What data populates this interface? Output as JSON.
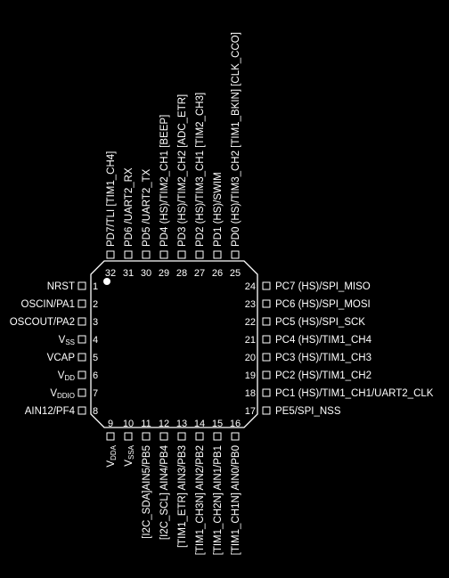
{
  "package": {
    "left": [
      {
        "num": "1",
        "label": "NRST"
      },
      {
        "num": "2",
        "label": "OSCIN/PA1"
      },
      {
        "num": "3",
        "label": "OSCOUT/PA2"
      },
      {
        "num": "4",
        "label": "VSS",
        "base": "V",
        "sub": "SS"
      },
      {
        "num": "5",
        "label": "VCAP"
      },
      {
        "num": "6",
        "label": "VDD",
        "base": "V",
        "sub": "DD"
      },
      {
        "num": "7",
        "label": "VDDIO",
        "base": "V",
        "sub": "DDIO"
      },
      {
        "num": "8",
        "label": "AIN12/PF4"
      }
    ],
    "right": [
      {
        "num": "24",
        "label": "PC7 (HS)/SPI_MISO"
      },
      {
        "num": "23",
        "label": "PC6 (HS)/SPI_MOSI"
      },
      {
        "num": "22",
        "label": "PC5 (HS)/SPI_SCK"
      },
      {
        "num": "21",
        "label": "PC4 (HS)/TIM1_CH4"
      },
      {
        "num": "20",
        "label": "PC3 (HS)/TIM1_CH3"
      },
      {
        "num": "19",
        "label": "PC2 (HS)/TIM1_CH2"
      },
      {
        "num": "18",
        "label": "PC1 (HS)/TIM1_CH1/UART2_CLK"
      },
      {
        "num": "17",
        "label": "PE5/SPI_NSS"
      }
    ],
    "top": [
      {
        "num": "32",
        "label": "PD7/TLI [TIM1_CH4]"
      },
      {
        "num": "31",
        "label": "PD6 /UART2_RX"
      },
      {
        "num": "30",
        "label": "PD5 /UART2_TX"
      },
      {
        "num": "29",
        "label": "PD4 (HS)/TIM2_CH1 [BEEP]"
      },
      {
        "num": "28",
        "label": "PD3 (HS)/TIM2_CH2 [ADC_ETR]"
      },
      {
        "num": "27",
        "label": "PD2 (HS)/TIM3_CH1 [TIM2_CH3]"
      },
      {
        "num": "26",
        "label": "PD1 (HS)/SWIM"
      },
      {
        "num": "25",
        "label": "PD0 (HS)/TIM3_CH2 [TIM1_BKIN] [CLK_CCO]"
      }
    ],
    "bottom": [
      {
        "num": "9",
        "label": "VDDA",
        "base": "V",
        "sub": "DDA"
      },
      {
        "num": "10",
        "label": "VSSA",
        "base": "V",
        "sub": "SSA"
      },
      {
        "num": "11",
        "label": "[I2C_SDA]AIN5/PB5"
      },
      {
        "num": "12",
        "label": "[I2C_SCL] AIN4/PB4"
      },
      {
        "num": "13",
        "label": "[TIM1_ETR] AIN3/PB3"
      },
      {
        "num": "14",
        "label": "[TIM1_CH3N] AIN2/PB2"
      },
      {
        "num": "15",
        "label": "[TIM1_CH2N] AIN1/PB1"
      },
      {
        "num": "16",
        "label": "[TIM1_CH1N] AIN0/PB0"
      }
    ]
  },
  "colors": {
    "background": "#000000",
    "foreground": "#ffffff"
  }
}
